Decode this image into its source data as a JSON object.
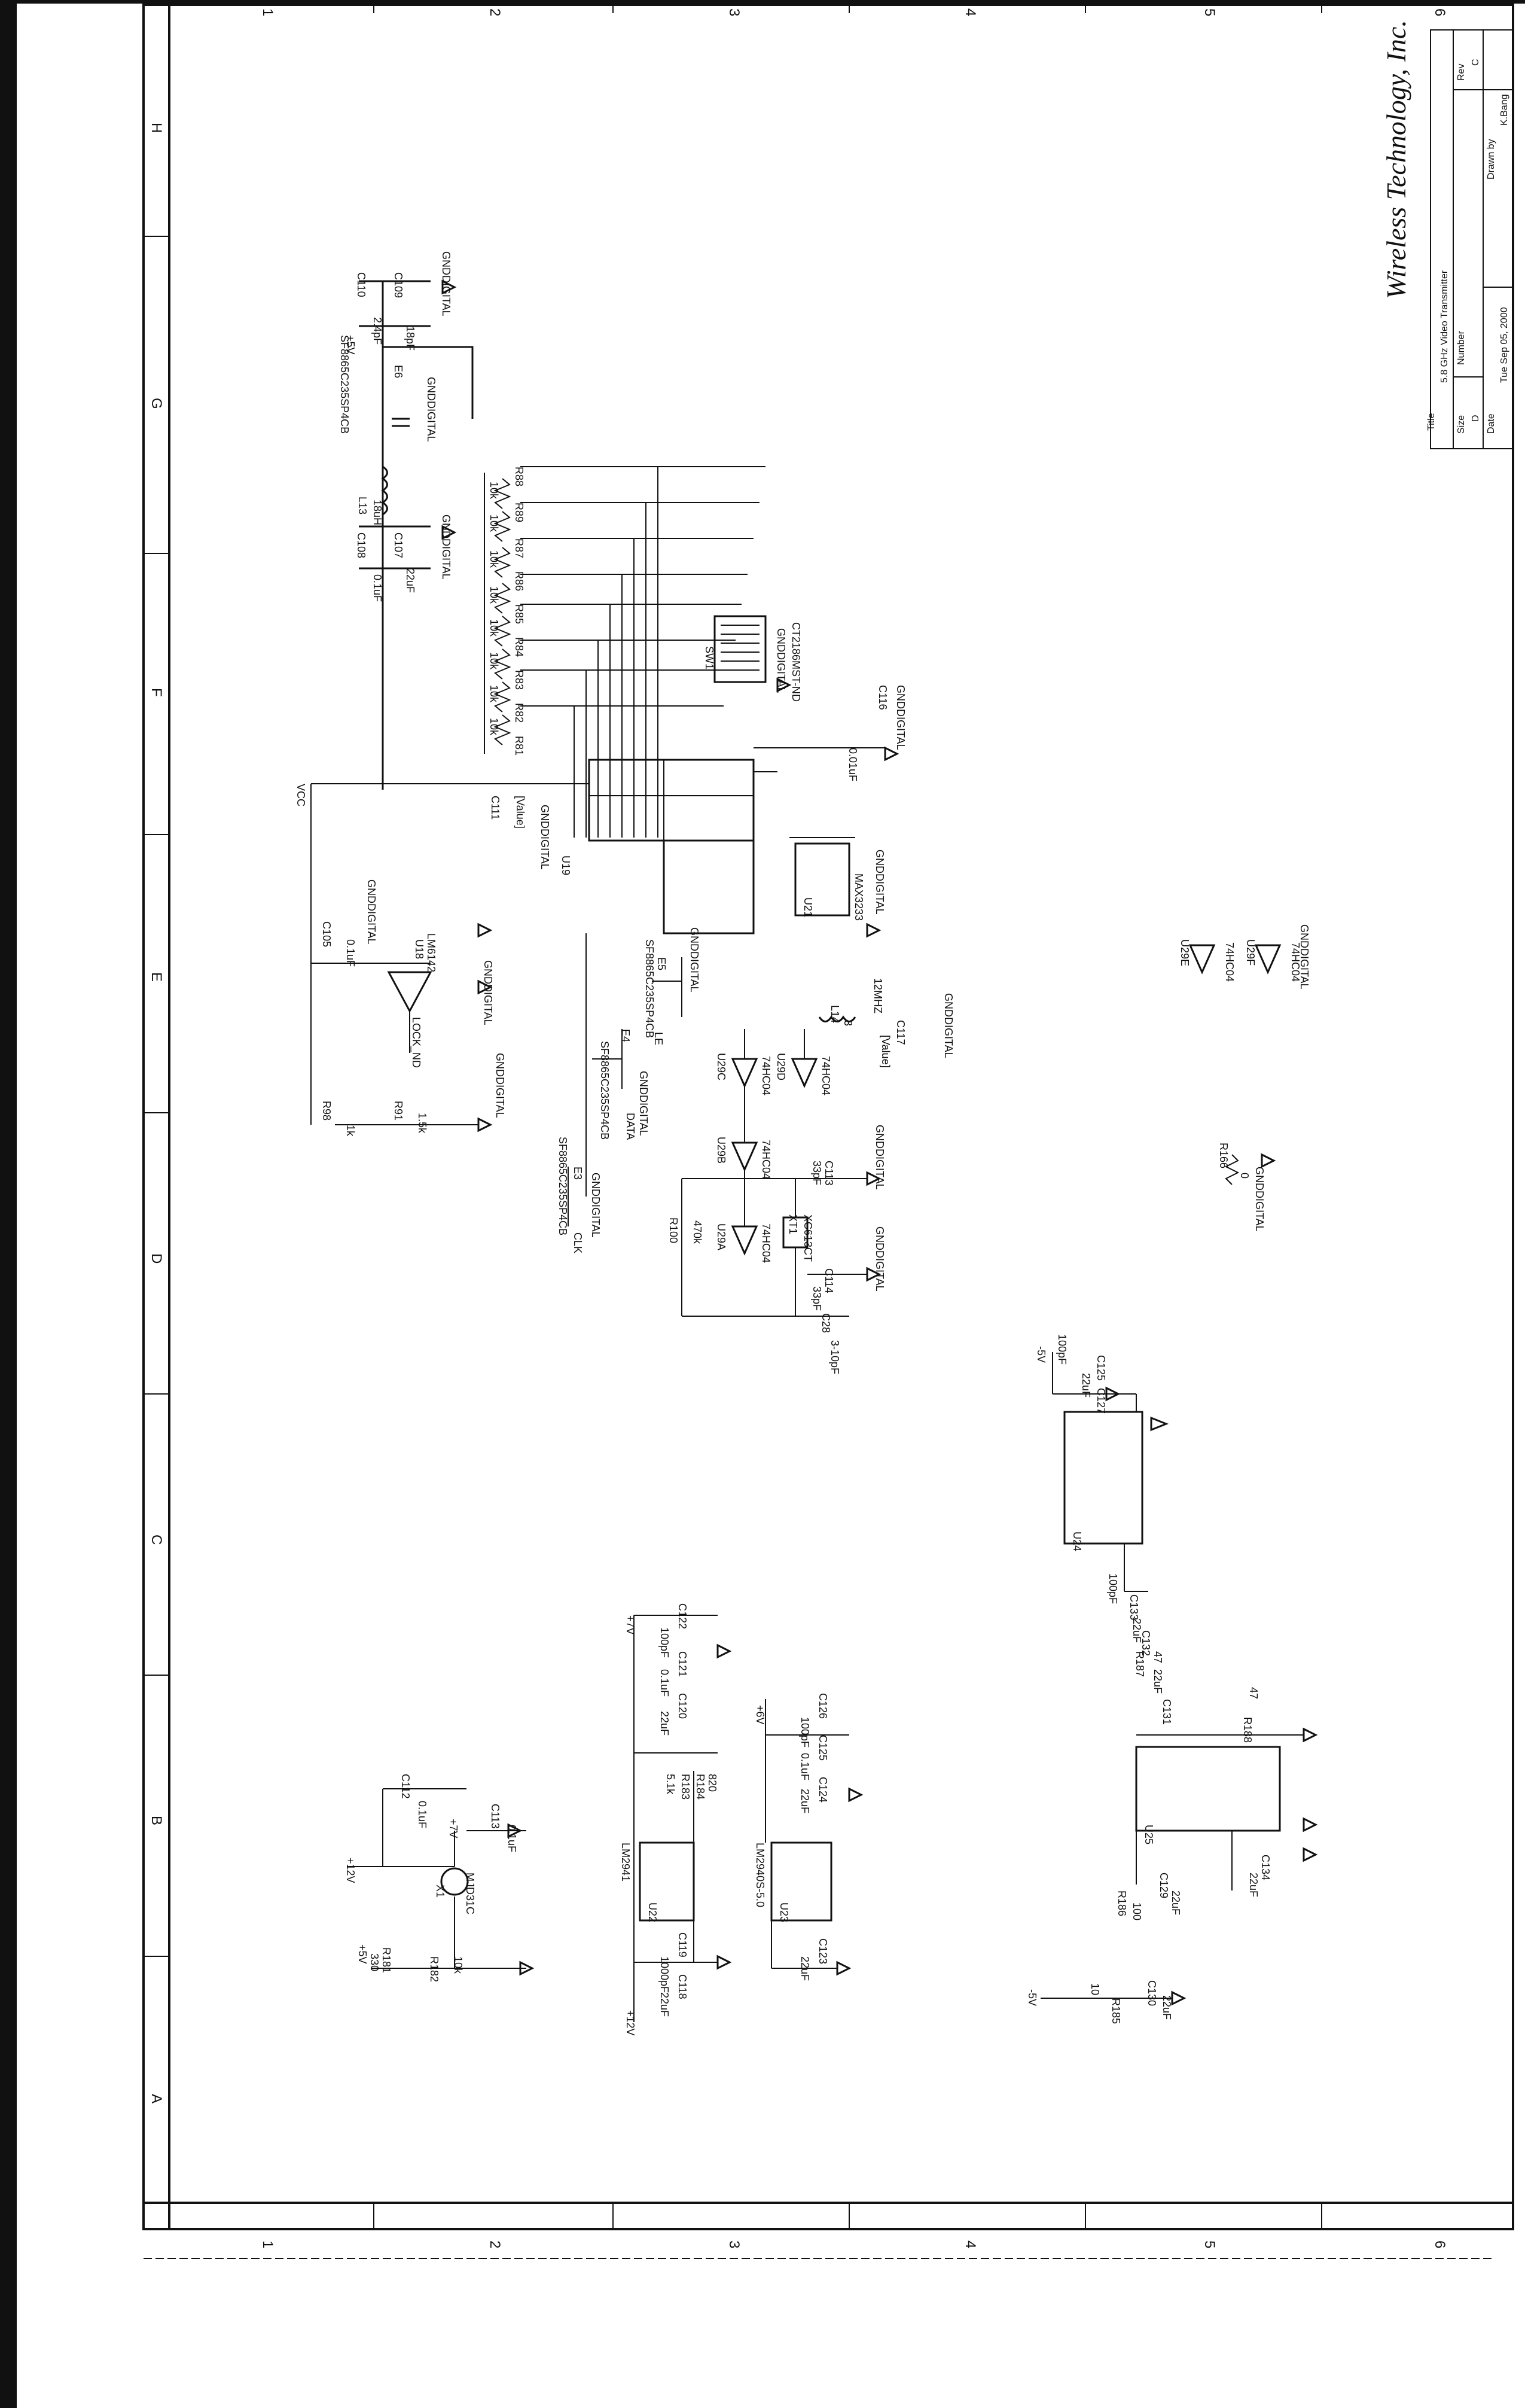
{
  "title_block": {
    "company": "Wireless Technology, Inc.",
    "title_label": "Title",
    "title_value": "5.8 GHz Video Transmitter",
    "size_label": "Size",
    "size_value": "D",
    "number_label": "Number",
    "rev_label": "Rev",
    "rev_value": "C",
    "date_label": "Date",
    "date_value": "Tue Sep 05, 2000",
    "drawn_by_label": "Drawn by",
    "drawn_by_value": "K.Bang"
  },
  "zones": {
    "numbers": [
      "1",
      "2",
      "3",
      "4",
      "5",
      "6"
    ],
    "letters": [
      "H",
      "G",
      "F",
      "E",
      "D",
      "C",
      "B",
      "A"
    ]
  },
  "labels": {
    "c110": "C110",
    "c109": "C109",
    "c108": "C108",
    "c107": "C107",
    "v5": "+5V",
    "c110_val": "2.4pF",
    "c109_val": "18pF",
    "c108_val": "0.1uF",
    "c107_val": "22uF",
    "e6": "E6",
    "sfb1": "SF8865C235SP4CB",
    "l13": "L13",
    "l13_val": "18uH",
    "gnd": "GNDDIGITAL",
    "r_top": [
      "R88",
      "R89",
      "R87",
      "R86",
      "R85",
      "R84",
      "R83",
      "R82",
      "R81"
    ],
    "r_10k": "10k",
    "sw1": "SW1",
    "sw1_part": "CT2186MST-ND",
    "c111": "C111",
    "c111_val": "[Value]",
    "c116": "C116",
    "c116_val": "0.01uF",
    "u19": "U19",
    "u21": "U21",
    "u21_part": "MAX3233",
    "c105": "C105",
    "c105_val": "0.1uF",
    "u18": "U18",
    "lm_part": "LM6142",
    "lock_nd": "LOCK_ND",
    "e5": "E5",
    "sfb2": "SF8865C235SP4CB",
    "e4": "E4",
    "sfb3": "SF8865C235SP4CB",
    "e3": "E3",
    "sfb4": "SF8865C235SP4CB",
    "u29c": "U29C",
    "u29d": "U29D",
    "u29b": "U29B",
    "u29a": "U29A",
    "u29e": "U29E",
    "u29f": "U29F",
    "hc": "74HC04",
    "l14": "L14",
    "l14_val": "3",
    "mhz": "12MHZ",
    "c117": "C117",
    "c117_val": "[Value]",
    "r98": "R98",
    "r98_val": "1k",
    "r91": "R91",
    "r91_val": "1.5k",
    "clk": "CLK",
    "data": "DATA",
    "le": "LE",
    "r100": "R100",
    "r100_val": "470k",
    "c113": "C113",
    "c113_val": "33pF",
    "xt1": "XT1",
    "xt1_part": "XC613CT",
    "c114": "C114",
    "c114_val": "33pF",
    "c28": "C28",
    "c28_val": "3-10pF",
    "r166": "R166",
    "r166_val": "0",
    "v5n": "-5V",
    "c125": "C125",
    "c125_val": "100pF",
    "c127": "C127",
    "c127_val": "22uF",
    "u24": "U24",
    "c133": "C133",
    "c133_val": "100pF",
    "c132": "C132",
    "c132_val": "22uF",
    "r187": "R187",
    "r187_val": "47",
    "c131": "C131",
    "c131_val": "22uF",
    "r188": "R188",
    "r188_val": "47",
    "u25": "U25",
    "c134": "C134",
    "c134_val": "22uF",
    "c129": "C129",
    "c129_val": "22uF",
    "r186": "R186",
    "r186_val": "100",
    "r185": "R185",
    "r185_val": "10",
    "c130": "C130",
    "c130_val": "22uF",
    "c122": "C122",
    "c122_val": "100pF",
    "c121": "C121",
    "c121_val": "0.1uF",
    "c120": "C120",
    "c120_val": "22uF",
    "r183": "R183",
    "r183_val": "5.1k",
    "r184": "R184",
    "r184_val": "820",
    "lm2941": "LM2941",
    "u22": "U22",
    "c119": "C119",
    "c119_val": "1000pF",
    "c118": "C118",
    "c118_val": "22uF",
    "v12": "+12V",
    "u23": "U23",
    "lm2940": "LM2940S-5.0",
    "v6": "+6V",
    "c126": "C126",
    "c126_val": "100pF",
    "c125b": "C125",
    "c125b_val": "0.1uF",
    "c124": "C124",
    "c124_val": "22uF",
    "c123": "C123",
    "c123_val": "22uF",
    "c112": "C112",
    "c112_val": "0.1uF",
    "c113b": "C113",
    "c113b_val": "0.1uF",
    "v7": "+7V",
    "x1": "X1",
    "mjd31c": "MJD31C",
    "r181": "R181",
    "r181_val": "330",
    "r182": "R182",
    "r182_val": "10k"
  }
}
